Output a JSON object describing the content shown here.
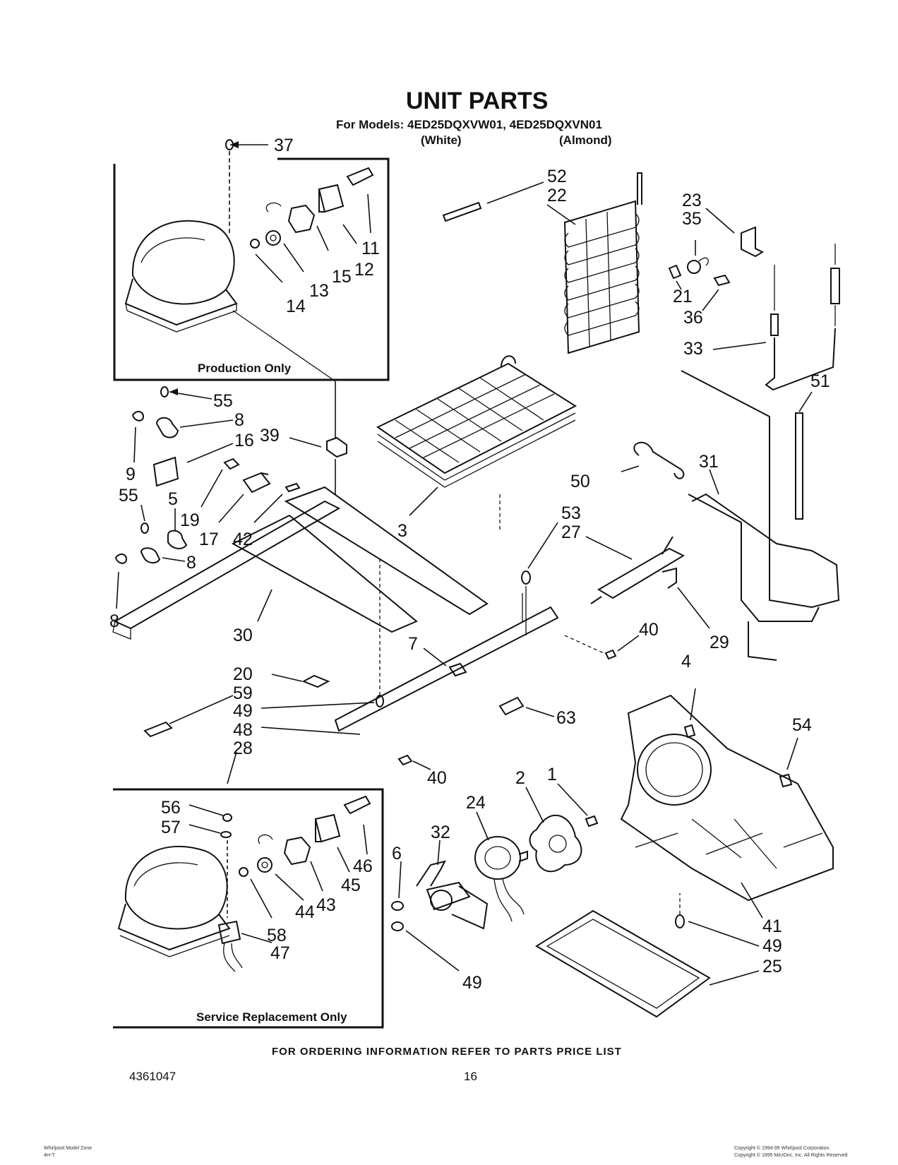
{
  "page": {
    "title": "UNIT PARTS",
    "models_line": "For Models: 4ED25DQXVW01, 4ED25DQXVN01",
    "color_white": "(White)",
    "color_almond": "(Almond)",
    "production_caption": "Production Only",
    "service_caption": "Service Replacement Only",
    "footer": "FOR ORDERING INFORMATION REFER TO PARTS PRICE LIST",
    "doc_number": "4361047",
    "page_number": "16",
    "fine_print_left": [
      "Whirlpool Model Zone",
      "4H-T"
    ],
    "fine_print_right": [
      "Copyright © 1994-95 Whirlpool Corporation.",
      "Copyright © 1995 MicrDoc, Inc. All Rights Reserved"
    ]
  },
  "callouts": {
    "c37": "37",
    "c52": "52",
    "c22": "22",
    "c23": "23",
    "c35": "35",
    "c11": "11",
    "c12": "12",
    "c15": "15",
    "c13": "13",
    "c14": "14",
    "c21": "21",
    "c36": "36",
    "c33": "33",
    "c51": "51",
    "c55a": "55",
    "c8a": "8",
    "c16": "16",
    "c39": "39",
    "c9": "9",
    "c55b": "55",
    "c5": "5",
    "c19": "19",
    "c17": "17",
    "c42": "42",
    "c50": "50",
    "c31": "31",
    "c53": "53",
    "c27": "27",
    "c3": "3",
    "c8b": "8",
    "c8c": "8",
    "c30": "30",
    "c7": "7",
    "c40a": "40",
    "c29": "29",
    "c4": "4",
    "c20": "20",
    "c59": "59",
    "c49a": "49",
    "c63": "63",
    "c48": "48",
    "c28": "28",
    "c54": "54",
    "c40b": "40",
    "c2": "2",
    "c1": "1",
    "c24": "24",
    "c32": "32",
    "c56": "56",
    "c57": "57",
    "c46": "46",
    "c45": "45",
    "c6": "6",
    "c44": "44",
    "c43": "43",
    "c58": "58",
    "c47": "47",
    "c49b": "49",
    "c41": "41",
    "c49c": "49",
    "c25": "25"
  }
}
